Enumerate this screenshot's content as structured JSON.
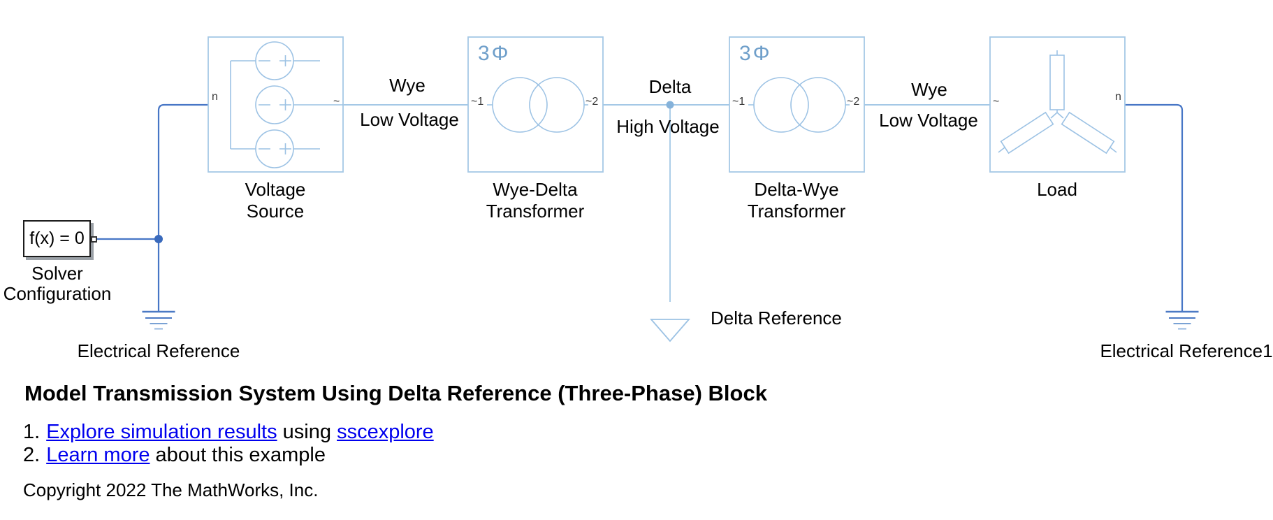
{
  "diagram": {
    "voltage_source": {
      "name_line1": "Voltage",
      "name_line2": "Source",
      "port_n": "n",
      "port_out": "~"
    },
    "wye_delta": {
      "badge": "3Φ",
      "name_line1": "Wye-Delta",
      "name_line2": "Transformer",
      "port_1": "~1",
      "port_2": "~2"
    },
    "delta_wye": {
      "badge": "3Φ",
      "name_line1": "Delta-Wye",
      "name_line2": "Transformer",
      "port_1": "~1",
      "port_2": "~2"
    },
    "load": {
      "name": "Load",
      "port_in": "~",
      "port_n": "n"
    },
    "solver": {
      "icon_text": "f(x) = 0",
      "name_line1": "Solver",
      "name_line2": "Configuration"
    },
    "electrical_reference": {
      "name": "Electrical Reference"
    },
    "delta_reference": {
      "name": "Delta Reference"
    },
    "electrical_reference1": {
      "name": "Electrical Reference1"
    },
    "wire_labels": {
      "w1_top": "Wye",
      "w1_bottom": "Low Voltage",
      "w2_top": "Delta",
      "w2_bottom": "High Voltage",
      "w3_top": "Wye",
      "w3_bottom": "Low Voltage"
    },
    "colors": {
      "three_phase_blue": "#a4c8e6",
      "electrical_blue": "#4776c6",
      "badge_blue": "#6f9fca"
    }
  },
  "notes": {
    "title": "Model Transmission System Using Delta Reference (Three-Phase) Block",
    "item1_num": "1.",
    "item1_link1": "Explore simulation results",
    "item1_mid": " using ",
    "item1_link2": "sscexplore",
    "item2_num": "2.",
    "item2_link1": "Learn more",
    "item2_rest": " about this example",
    "copyright": "Copyright 2022 The MathWorks, Inc.",
    "link_color": "#0000EE"
  }
}
